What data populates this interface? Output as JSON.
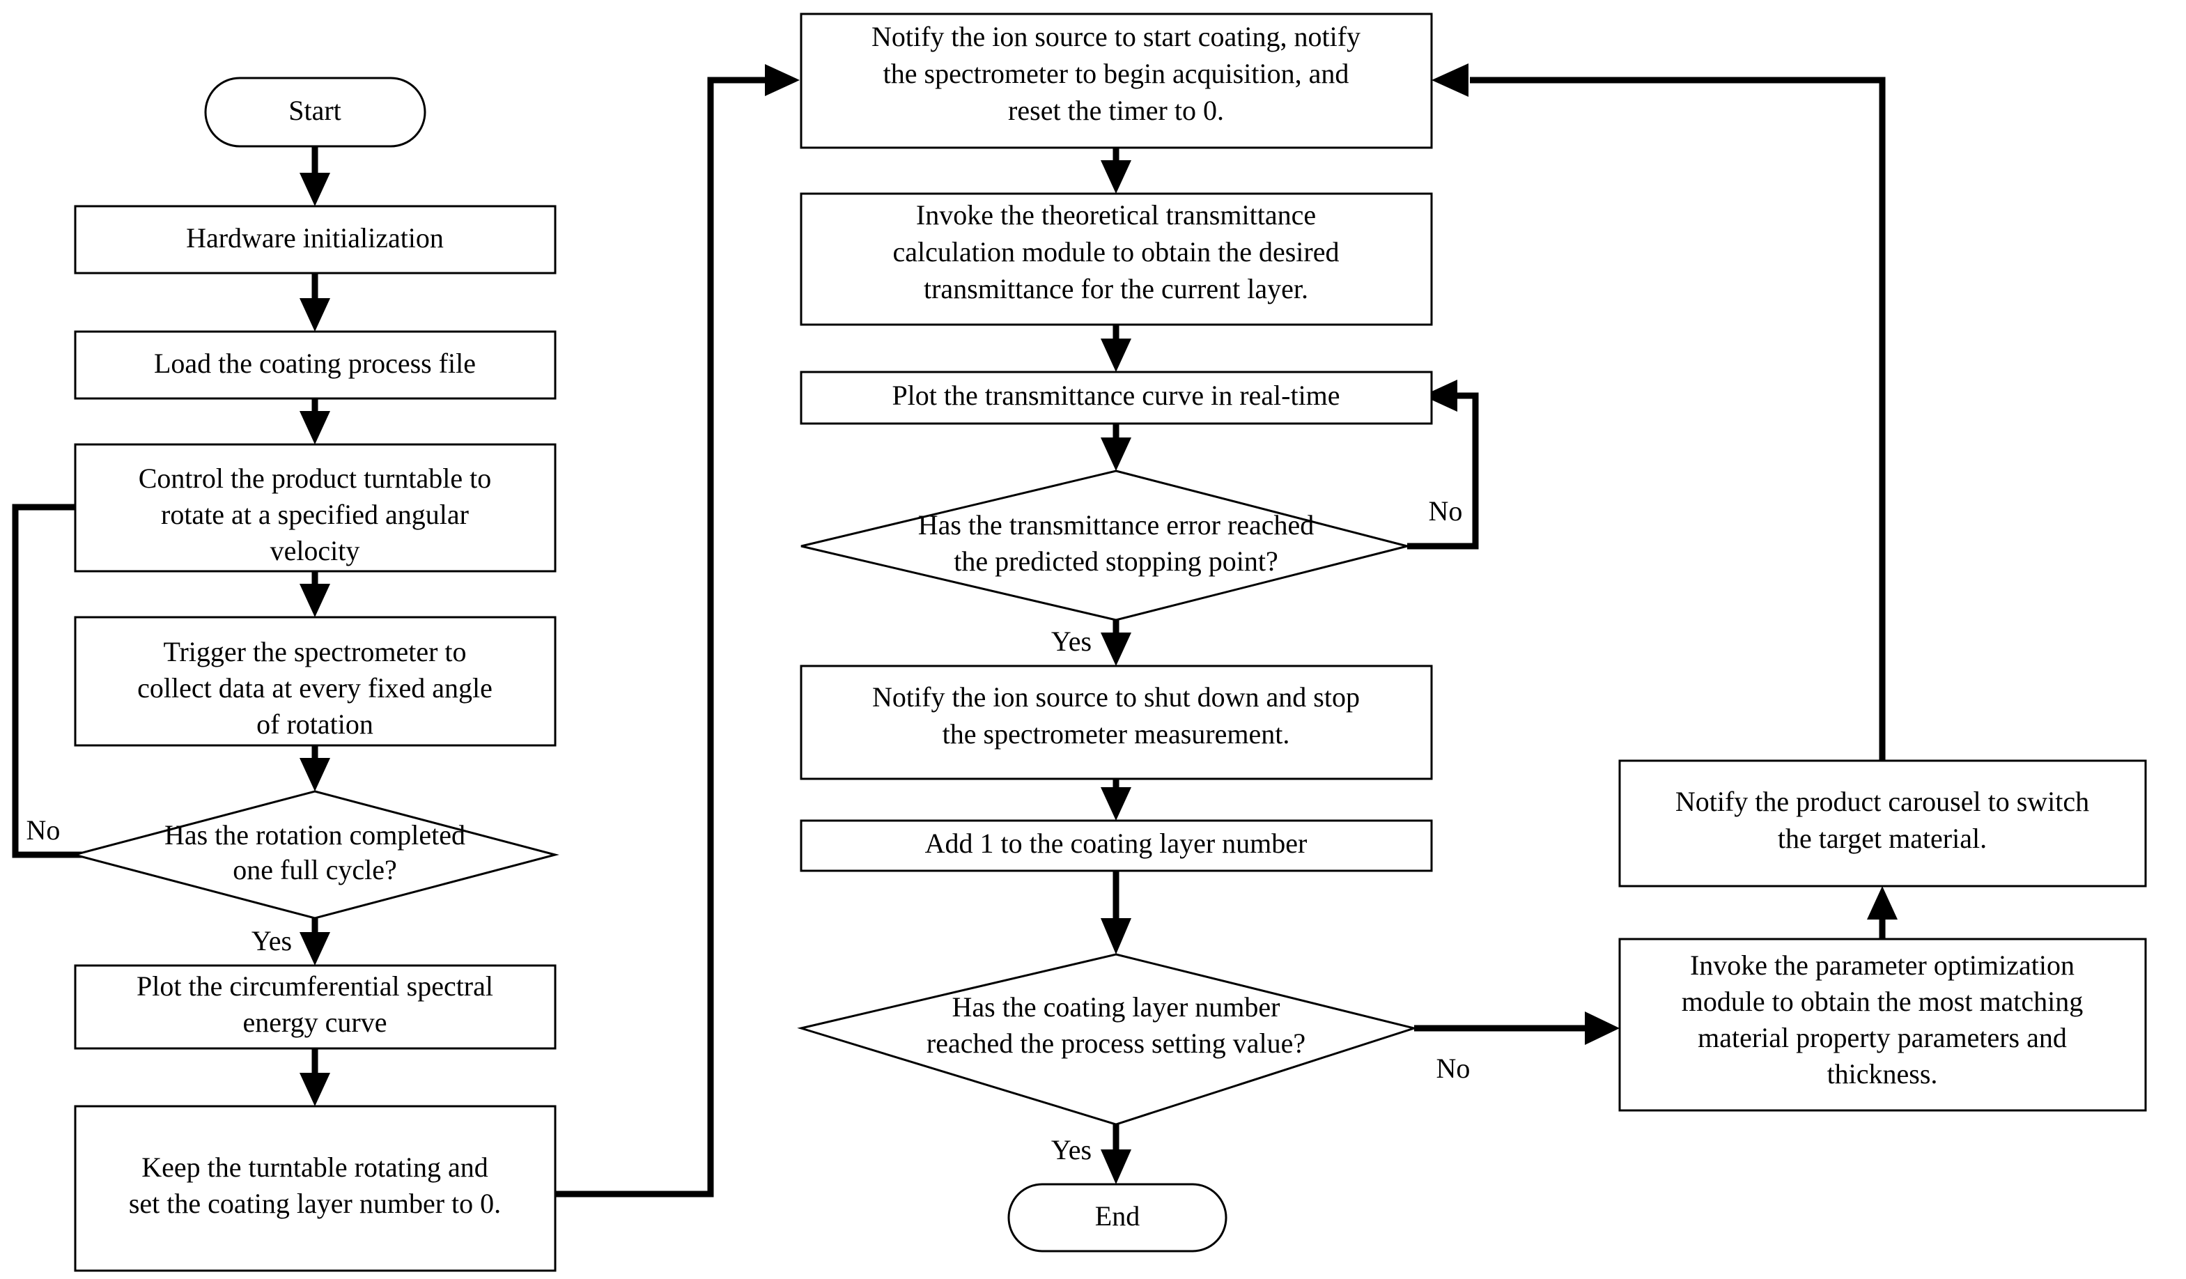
{
  "diagram": {
    "title": "Coating process control flowchart",
    "type": "flowchart",
    "background_color": "#ffffff",
    "line_color": "#000000",
    "text_color": "#000000"
  },
  "nodes": {
    "start": {
      "label": "Start",
      "shape": "terminal"
    },
    "hardware_init": {
      "label": "Hardware initialization",
      "shape": "process"
    },
    "load_file": {
      "label": "Load the coating process file",
      "shape": "process"
    },
    "rotate_turntable": {
      "line1": "Control the product turntable to",
      "line2": "rotate at a specified angular",
      "line3": "velocity",
      "shape": "process"
    },
    "trigger_spectrometer": {
      "line1": "Trigger the spectrometer to",
      "line2": "collect data at every fixed angle",
      "line3": "of rotation",
      "shape": "process"
    },
    "rotation_check": {
      "line1": "Has the rotation completed",
      "line2": "one full cycle?",
      "shape": "decision"
    },
    "plot_spectral": {
      "line1": "Plot the circumferential spectral",
      "line2": "energy curve",
      "shape": "process"
    },
    "keep_rotating": {
      "line1": "Keep the turntable rotating and",
      "line2": "set the coating layer number to 0.",
      "shape": "process"
    },
    "notify_start_coating": {
      "line1": "Notify the ion source to start coating, notify",
      "line2": "the spectrometer to begin acquisition, and",
      "line3": "reset the timer to 0.",
      "shape": "process"
    },
    "invoke_transmittance": {
      "line1": "Invoke the theoretical transmittance",
      "line2": "calculation module to obtain the desired",
      "line3": "transmittance for the current layer.",
      "shape": "process"
    },
    "plot_transmittance": {
      "label": "Plot the transmittance curve in real-time",
      "shape": "process"
    },
    "error_check": {
      "line1": "Has the transmittance error reached",
      "line2": "the predicted stopping point?",
      "shape": "decision"
    },
    "shutdown_source": {
      "line1": "Notify the ion source to shut down and stop",
      "line2": "the spectrometer measurement.",
      "shape": "process"
    },
    "add_layer": {
      "label": "Add 1 to the coating layer number",
      "shape": "process"
    },
    "layer_check": {
      "line1": "Has the coating layer number",
      "line2": "reached the process setting value?",
      "shape": "decision"
    },
    "end": {
      "label": "End",
      "shape": "terminal"
    },
    "notify_carousel": {
      "line1": "Notify the product carousel to switch",
      "line2": "the target material.",
      "shape": "process"
    },
    "invoke_optimization": {
      "line1": "Invoke the parameter optimization",
      "line2": "module to obtain the most matching",
      "line3": "material property parameters and",
      "line4": "thickness.",
      "shape": "process"
    }
  },
  "edge_labels": {
    "rotation_no": "No",
    "rotation_yes": "Yes",
    "error_no": "No",
    "error_yes": "Yes",
    "layer_no": "No",
    "layer_yes": "Yes"
  }
}
